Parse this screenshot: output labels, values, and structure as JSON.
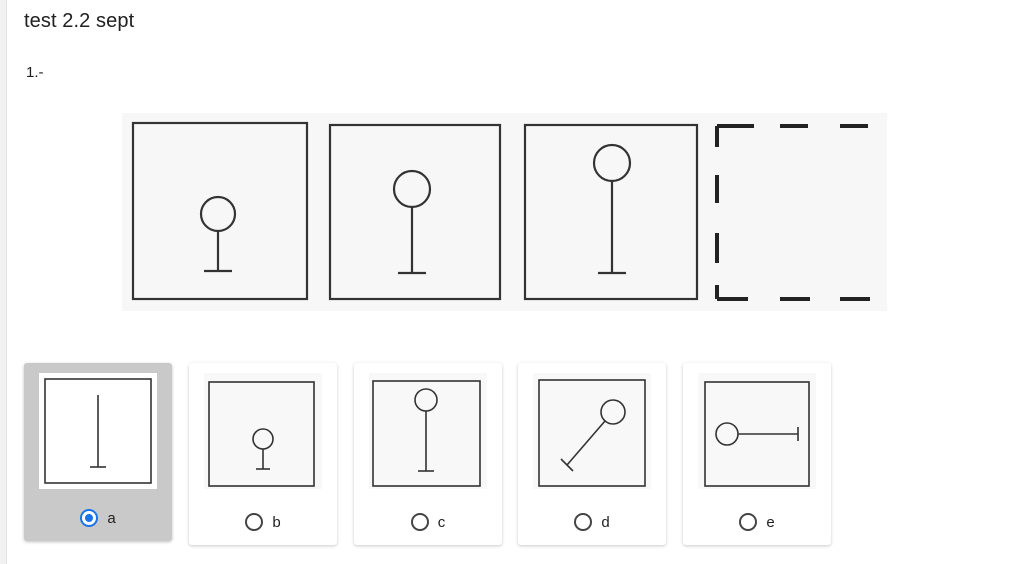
{
  "test": {
    "title": "test 2.2 sept"
  },
  "question": {
    "number_label": "1.-",
    "image": {
      "description_icons": [
        "stem-circle-short-icon",
        "stem-circle-medium-icon",
        "stem-circle-long-icon",
        "dashed-empty-box-icon"
      ]
    }
  },
  "options": [
    {
      "label": "a",
      "selected": true,
      "icon": "vertical-line-icon"
    },
    {
      "label": "b",
      "selected": false,
      "icon": "small-circle-stem-icon"
    },
    {
      "label": "c",
      "selected": false,
      "icon": "circle-long-stem-icon"
    },
    {
      "label": "d",
      "selected": false,
      "icon": "tilted-circle-stem-icon"
    },
    {
      "label": "e",
      "selected": false,
      "icon": "horizontal-circle-stem-icon"
    }
  ],
  "colors": {
    "accent": "#1a73e8",
    "selected_bg": "#c9c9c9"
  }
}
